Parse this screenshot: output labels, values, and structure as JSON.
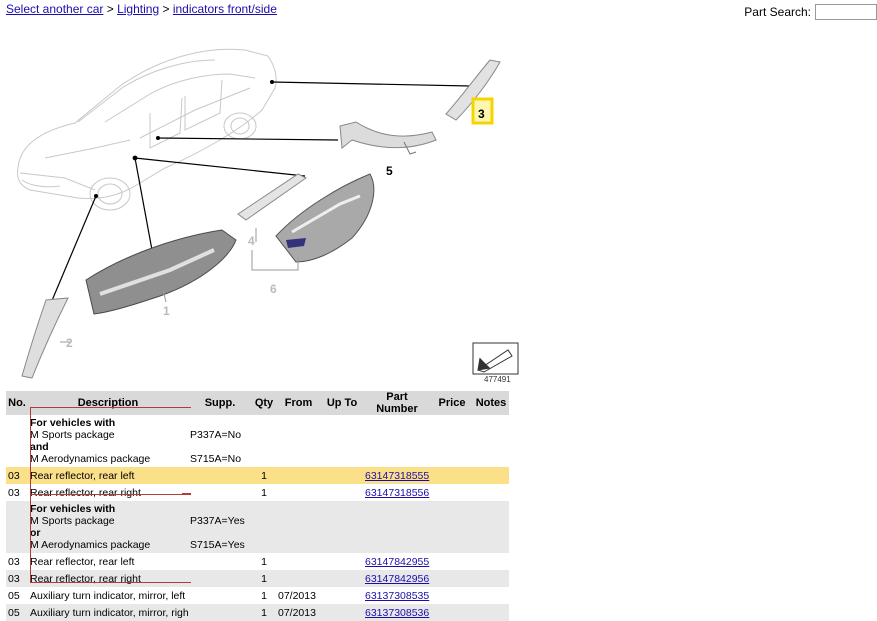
{
  "breadcrumb": {
    "link1": "Select another car",
    "sep1": " > ",
    "link2": "Lighting",
    "sep2": " > ",
    "current": "indicators front/side"
  },
  "search": {
    "label": "Part Search:",
    "value": ""
  },
  "diagram": {
    "image_id": "477491",
    "callouts": [
      "1",
      "2",
      "3",
      "4",
      "5",
      "6"
    ],
    "highlighted_callout": "3",
    "highlight_color": "#f5d400"
  },
  "table": {
    "headers": [
      "No.",
      "Description",
      "Supp.",
      "Qty",
      "From",
      "Up To",
      "Part Number",
      "Price",
      "Notes"
    ],
    "groups": [
      {
        "condition": {
          "head": "For vehicles with",
          "item1": "M Sports package",
          "conj": "and",
          "item2": "M Aerodynamics package",
          "supp1": "P337A=No",
          "supp2": "S715A=No"
        },
        "rows": [
          {
            "no": "03",
            "desc": "Rear reflector, rear left",
            "qty": "1",
            "from": "",
            "part": "63147318555"
          },
          {
            "no": "03",
            "desc": "Rear reflector, rear right",
            "qty": "1",
            "from": "",
            "part": "63147318556"
          }
        ]
      },
      {
        "condition": {
          "head": "For vehicles with",
          "item1": "M Sports package",
          "conj": "or",
          "item2": "M Aerodynamics package",
          "supp1": "P337A=Yes",
          "supp2": "S715A=Yes"
        },
        "rows": [
          {
            "no": "03",
            "desc": "Rear reflector, rear left",
            "qty": "1",
            "from": "",
            "part": "63147842955"
          },
          {
            "no": "03",
            "desc": "Rear reflector, rear right",
            "qty": "1",
            "from": "",
            "part": "63147842956"
          }
        ]
      }
    ],
    "extra_rows": [
      {
        "no": "05",
        "desc": "Auxiliary turn indicator, mirror, left",
        "qty": "1",
        "from": "07/2013",
        "part": "63137308535"
      },
      {
        "no": "05",
        "desc": "Auxiliary turn indicator, mirror, right",
        "qty": "1",
        "from": "07/2013",
        "part": "63137308536"
      }
    ],
    "colors": {
      "header": "#d9d9d9",
      "highlight_row": "#fbe08a",
      "alt_row": "#e8e8e8",
      "bracket": "#b53a3a"
    }
  }
}
